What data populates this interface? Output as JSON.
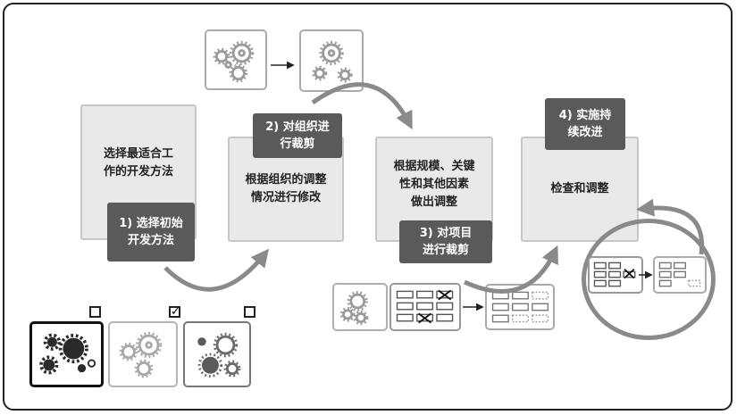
{
  "steps": {
    "box1": "选择最适合工\n作的开发方法",
    "box2": "根据组织的调整\n情况进行修改",
    "box3": "根据规模、关键\n性和其他因素\n做出调整",
    "box4": "检查和调整"
  },
  "labels": {
    "label1": "1) 选择初始\n开发方法",
    "label2": "2) 对组织进\n行裁剪",
    "label3": "3) 对项目\n进行裁剪",
    "label4": "4) 实施持\n续改进"
  },
  "checkboxes": {
    "box_a": "",
    "box_b": "✓",
    "box_c": ""
  },
  "colors": {
    "label_bg": "#5a5a5a",
    "box_bg": "#e9e9e9",
    "arrow": "#8a8a8a"
  }
}
